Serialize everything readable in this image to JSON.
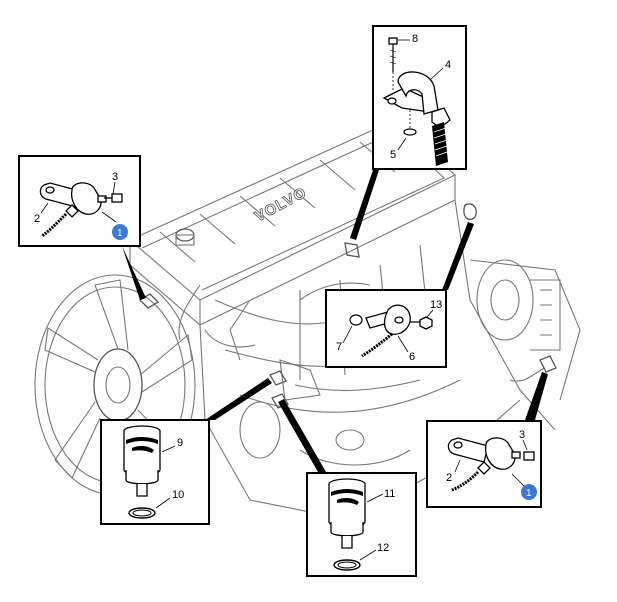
{
  "engine": {
    "brand_text": "VOLVO"
  },
  "callouts": {
    "upper_left_sensor": {
      "part_label": "3",
      "bracket_label": "2",
      "badge": "1"
    },
    "top_sensor": {
      "bolt_label": "8",
      "sensor_label": "4",
      "seal_label": "5"
    },
    "middle_sensor": {
      "bolt_label": "13",
      "seal_label": "7",
      "sensor_label": "6"
    },
    "lower_left_sensor": {
      "sensor_label": "9",
      "seal_label": "10"
    },
    "bottom_sensor": {
      "sensor_label": "11",
      "seal_label": "12"
    },
    "right_sensor": {
      "part_label": "3",
      "bracket_label": "2",
      "badge": "1"
    }
  },
  "colors": {
    "badge": "#3b78d8",
    "line": "#000000",
    "engine": "#777777"
  }
}
